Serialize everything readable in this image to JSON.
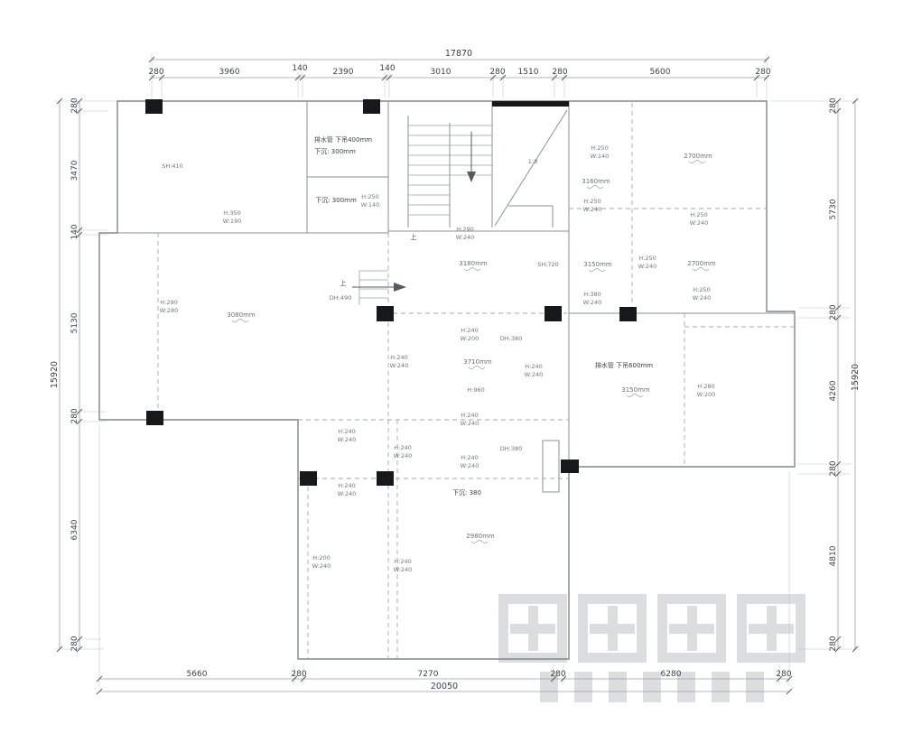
{
  "dims": {
    "top_total": "17870",
    "top": [
      "280",
      "3960",
      "140",
      "2390",
      "140",
      "3010",
      "280",
      "1510",
      "280",
      "5600",
      "280"
    ],
    "left": [
      "280",
      "3470",
      "140",
      "5130",
      "280",
      "6340",
      "280"
    ],
    "left_total": "15920",
    "right": [
      "280",
      "5730",
      "280",
      "4260",
      "280",
      "4810",
      "280"
    ],
    "right_total": "15920",
    "bottom": [
      "5660",
      "280",
      "7270",
      "280",
      "6280",
      "280"
    ],
    "bottom_total": "20050"
  },
  "ann": [
    "排水管 下吊400mm",
    "下沉: 300mm",
    "SH:410",
    "下沉: 300mm",
    "H:250",
    "W:140",
    "H:350",
    "W:190",
    "1:8",
    "H:250",
    "W:140",
    "2700mm",
    "3160mm",
    "H:250",
    "W:240",
    "H:250",
    "W:240",
    "H:290",
    "W:240",
    "上",
    "3180mm",
    "SH:720",
    "3150mm",
    "H:250",
    "W:240",
    "2700mm",
    "H:380",
    "W:240",
    "H:250",
    "W:240",
    "H:290",
    "W:280",
    "3080mm",
    "上",
    "DH:490",
    "H:240",
    "W:200",
    "DH:380",
    "H:240",
    "W:240",
    "3710mm",
    "H:240",
    "W:240",
    "H:960",
    "排水管 下吊600mm",
    "3150mm",
    "H:280",
    "W:200",
    "H:240",
    "W:240",
    "H:240",
    "W:240",
    "H:240",
    "W:240",
    "DH:380",
    "H:240",
    "W:240",
    "H:240",
    "W:240",
    "下沉: 380",
    "2980mm",
    "H:200",
    "W:240",
    "H:240",
    "W:240"
  ]
}
